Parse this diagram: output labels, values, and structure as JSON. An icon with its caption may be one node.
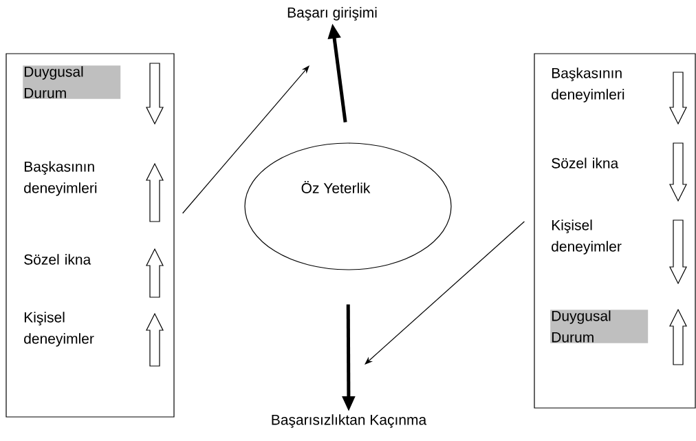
{
  "diagram": {
    "nodes": [
      {
        "text": [
          "Duygusal Durum",
          "Başkasının deneyimleri",
          "Sözel ikna",
          "Kişisel deneyimler"
        ]
      },
      {
        "text": [
          "Başarı girişimi"
        ]
      },
      {
        "text": [
          "Öz Yeterlik"
        ]
      },
      {
        "text": [
          "Başarısızlıktan Kaçınma"
        ]
      },
      {
        "text": [
          "Başkasının deneyimleri",
          "Sözel ikna",
          "Kişisel deneyimler",
          "Duygusal Durum"
        ]
      }
    ],
    "edges": [
      {
        "from": 0,
        "to": null,
        "arrow": "to"
      },
      {
        "from": 2,
        "to": 1,
        "arrow": "to",
        "style": "thick"
      },
      {
        "from": 2,
        "to": 3,
        "arrow": "to",
        "style": "thick"
      },
      {
        "from": 4,
        "to": null,
        "arrow": "to"
      }
    ]
  }
}
